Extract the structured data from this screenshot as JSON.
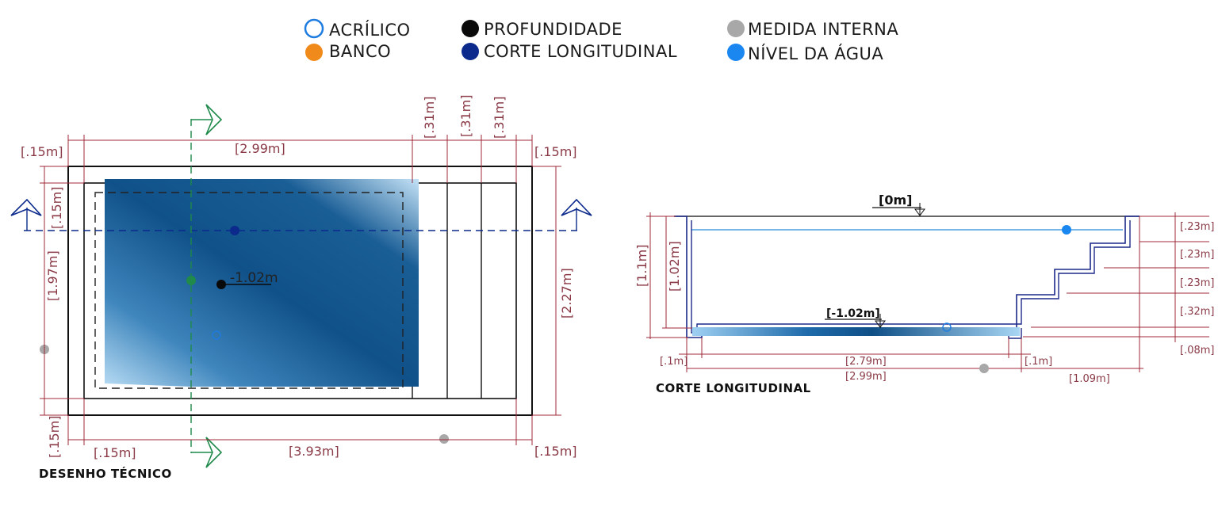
{
  "legend": {
    "acrilico": "ACRÍLICO",
    "banco": "BANCO",
    "profundidade": "PROFUNDIDADE",
    "corte_longitudinal": "CORTE LONGITUDINAL",
    "medida_interna": "MEDIDA INTERNA",
    "nivel_agua": "NÍVEL DA ÁGUA"
  },
  "colors": {
    "acrilico": "#1e7be0",
    "banco": "#f08a1a",
    "profundidade": "#0a0a0a",
    "corte_longitudinal": "#0b2a8c",
    "medida_interna": "#a8a8a8",
    "nivel_agua": "#1a86f0",
    "dimension": "#a0283a",
    "section_line": "#1f8a4a",
    "water_dark": "#0f4f86",
    "water_light": "#a8d4f2"
  },
  "plan": {
    "title": "DESENHO TÉCNICO",
    "dims": {
      "top_left": "[.15m]",
      "top_main": "[2.99m]",
      "step1": "[.31m]",
      "step2": "[.31m]",
      "step3": "[.31m]",
      "top_right": "[.15m]",
      "left_upper": "[.15m]",
      "left_main": "[1.97m]",
      "left_lower": "[.15m]",
      "right_main": "[2.27m]",
      "bottom_left": "[.15m]",
      "bottom_main": "[3.93m]",
      "bottom_right": "[.15m]"
    },
    "depth_label": "-1.02m"
  },
  "section": {
    "title": "CORTE LONGITUDINAL",
    "level_top": "[0m]",
    "level_bottom": "[-1.02m]",
    "dims": {
      "left_outer": "[1.1m]",
      "left_inner": "[1.02m]",
      "r1": "[.23m]",
      "r2": "[.23m]",
      "r3": "[.23m]",
      "r4": "[.32m]",
      "r5": "[.08m]",
      "bottom_left": "[.1m]",
      "bottom_floor": "[2.79m]",
      "bottom_right": "[.1m]",
      "bottom_total": "[2.99m]",
      "bottom_stairs": "[1.09m]"
    }
  }
}
